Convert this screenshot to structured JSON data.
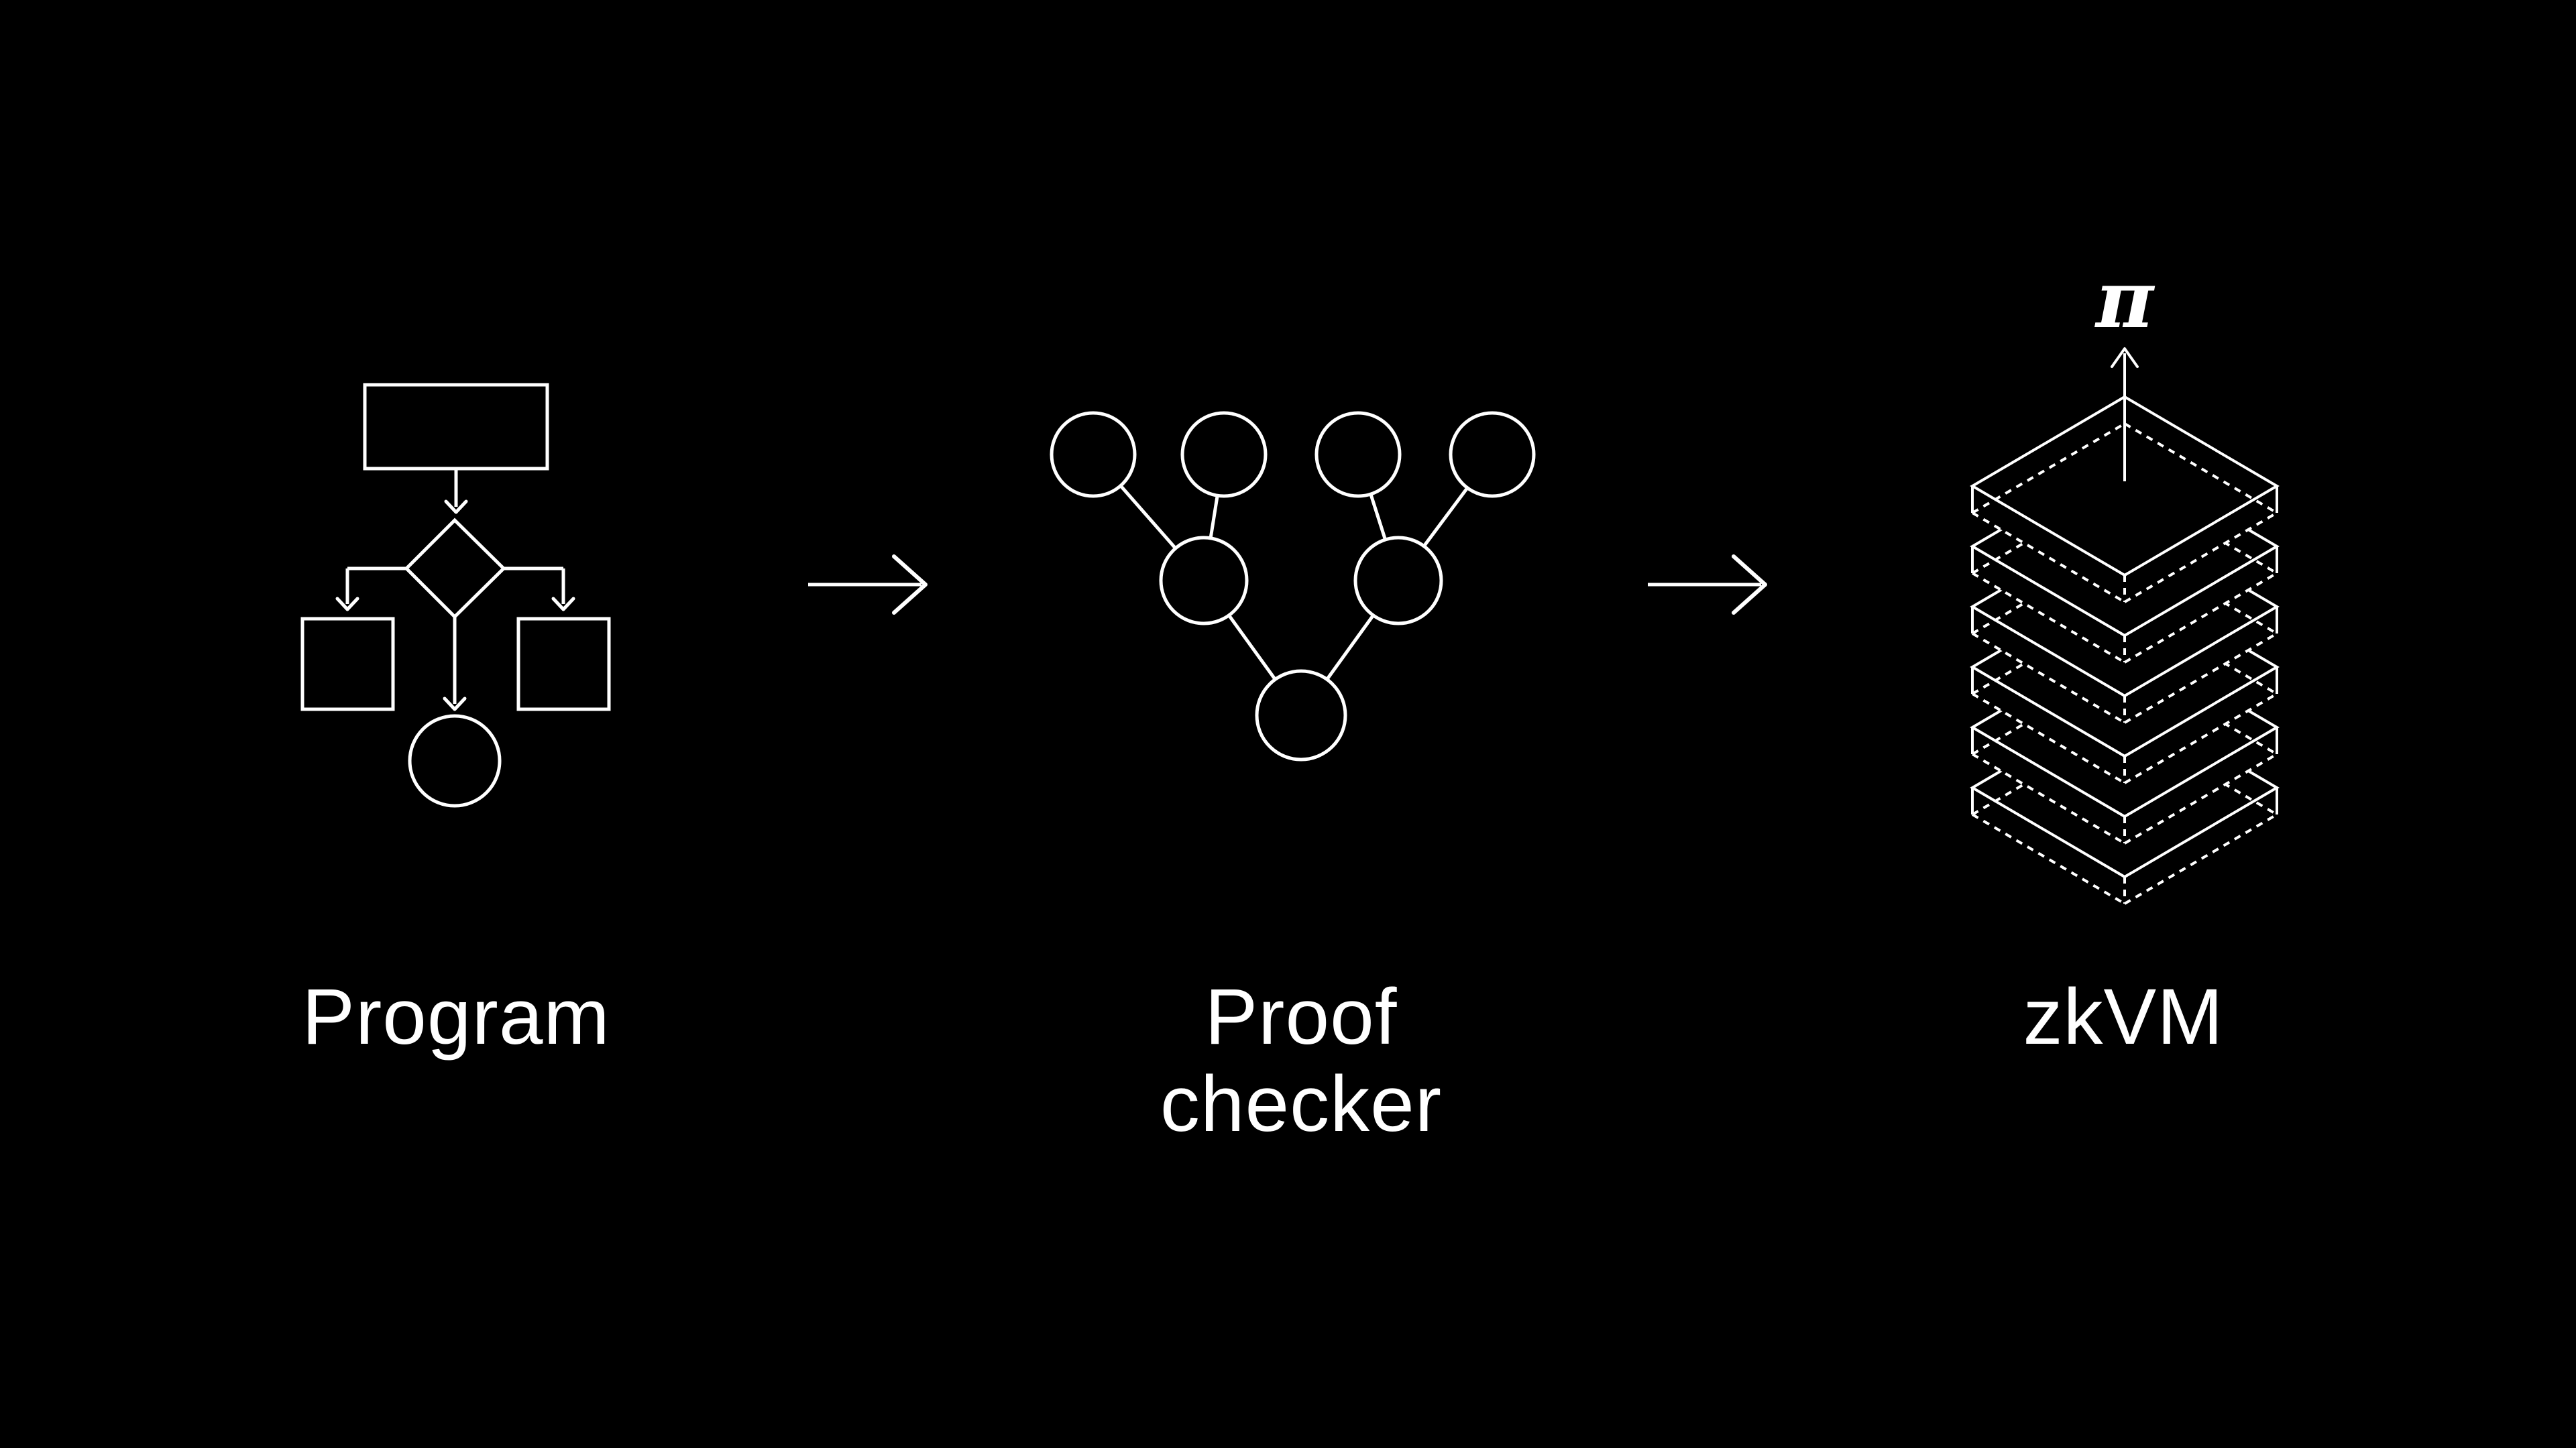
{
  "title": "zkVM pipeline diagram",
  "colors": {
    "background": "#000000",
    "stroke": "#ffffff",
    "text": "#ffffff"
  },
  "stages": [
    {
      "id": "program",
      "label": "Program"
    },
    {
      "id": "proof-checker",
      "label_lines": [
        "Proof",
        "checker"
      ]
    },
    {
      "id": "zkvm",
      "label": "zkVM"
    }
  ],
  "pi_symbol": "π",
  "flowchart": {
    "shapes": [
      "rectangle",
      "diamond",
      "square",
      "square",
      "circle"
    ],
    "description": "program control-flow graph"
  },
  "tree": {
    "leaf_count": 4,
    "internal_count": 2,
    "root_count": 1,
    "description": "proof checker verification tree"
  },
  "stack": {
    "layer_count": 6,
    "description": "zkVM layered stack emitting proof"
  },
  "arrows": {
    "stage_arrow_count": 2,
    "output_arrow": "up"
  }
}
